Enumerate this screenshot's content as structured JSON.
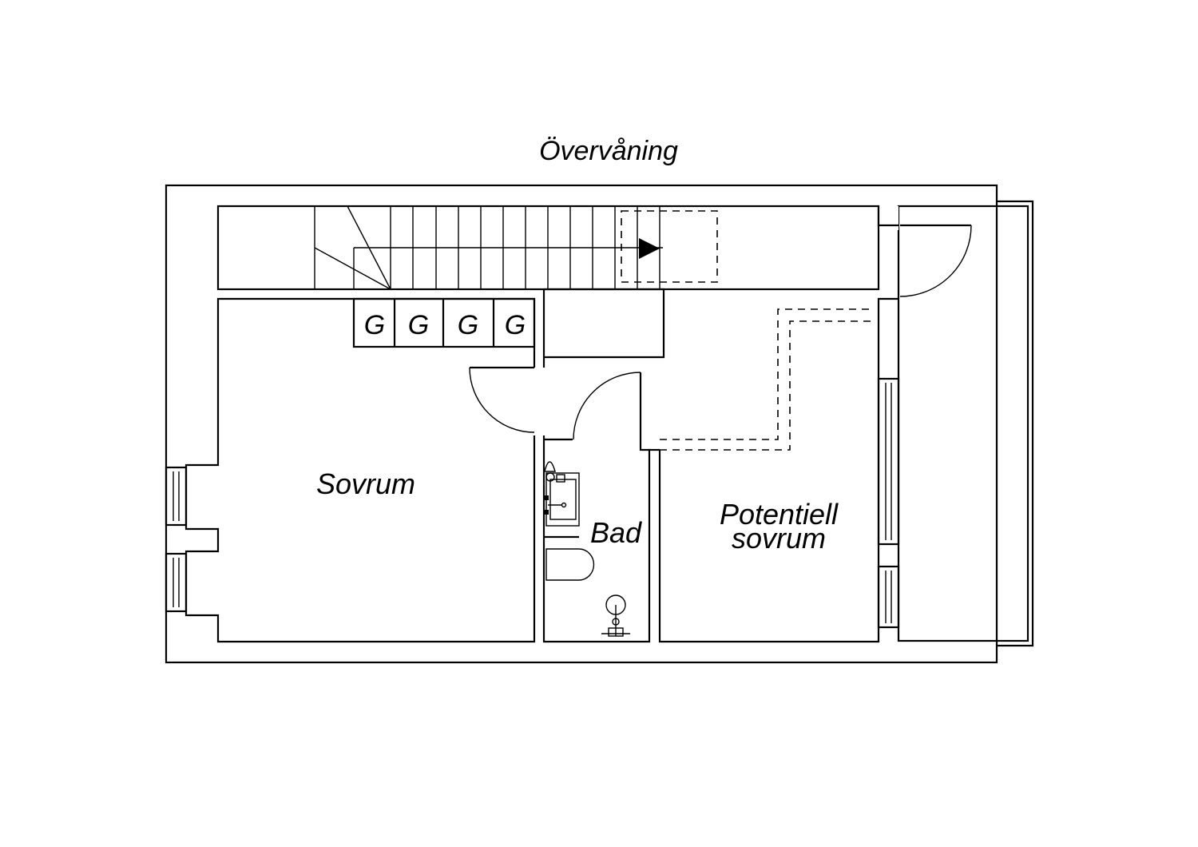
{
  "title": "Övervåning",
  "rooms": {
    "sovrum": "Sovrum",
    "bad": "Bad",
    "potential_line1": "Potentiell",
    "potential_line2": "sovrum"
  },
  "closets": [
    "G",
    "G",
    "G",
    "G"
  ]
}
